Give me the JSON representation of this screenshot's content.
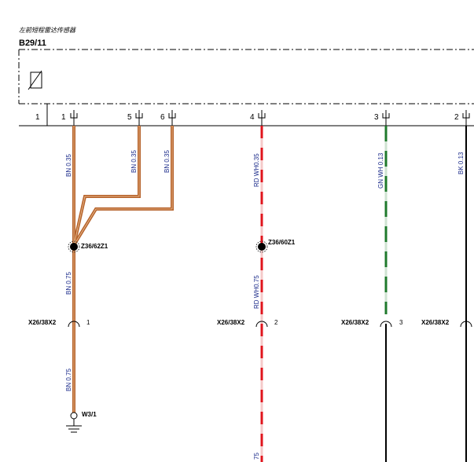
{
  "component": {
    "name": "左前短程雷达传感器",
    "id": "B29/11"
  },
  "pins": [
    "1",
    "1",
    "5",
    "6",
    "4",
    "3",
    "2"
  ],
  "wires": {
    "bn_pin1": "BN 0.35",
    "bn_pin5": "BN 0.35",
    "bn_pin6": "BN 0.35",
    "rd_pin4": "RD WH0.35",
    "gn_pin3": "GN WH 0.13",
    "bk_pin2": "BK 0.13",
    "bn_after_splice": "BN 0.75",
    "rd_after_splice": "RD WH0.75",
    "bn_to_ground": "BN 0.75",
    "rd_bottom_partial": "75"
  },
  "splices": {
    "brown": "Z36/62Z1",
    "red": "Z36/60Z1"
  },
  "connectors": [
    {
      "name": "X26/38X2",
      "pin": "1"
    },
    {
      "name": "X26/38X2",
      "pin": "2"
    },
    {
      "name": "X26/38X2",
      "pin": "3"
    },
    {
      "name": "X26/38X2",
      "pin": ""
    }
  ],
  "ground": "W3/1",
  "colors": {
    "brown": "#b5612a",
    "brown_core": "#c9894f",
    "red": "#e0141c",
    "green": "#1f7a2c",
    "black": "#000000",
    "label_blue": "#1a2a8a"
  }
}
